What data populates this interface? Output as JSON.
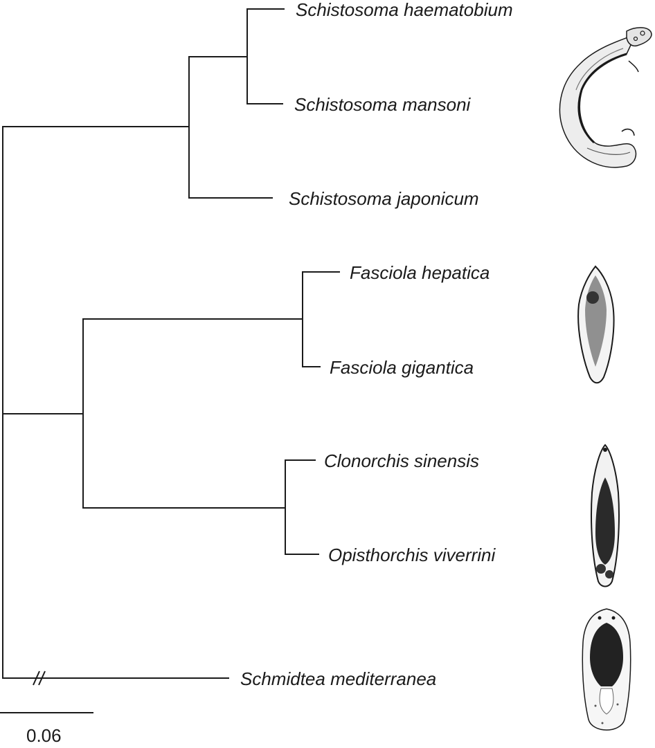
{
  "tree": {
    "taxa": [
      {
        "id": "s_haematobium",
        "label": "Schistosoma haematobium"
      },
      {
        "id": "s_mansoni",
        "label": "Schistosoma mansoni"
      },
      {
        "id": "s_japonicum",
        "label": "Schistosoma japonicum"
      },
      {
        "id": "f_hepatica",
        "label": "Fasciola hepatica"
      },
      {
        "id": "f_gigantica",
        "label": "Fasciola gigantica"
      },
      {
        "id": "c_sinensis",
        "label": "Clonorchis sinensis"
      },
      {
        "id": "o_viverrini",
        "label": "Opisthorchis viverrini"
      },
      {
        "id": "s_mediterranea",
        "label": "Schmidtea mediterranea"
      }
    ],
    "scale_bar": {
      "label": "0.06",
      "value": 0.06
    },
    "outgroup_branch_broken": true
  },
  "illustrations": [
    {
      "icon": "schistosoma-pair-illustration",
      "group": "Schistosoma"
    },
    {
      "icon": "fasciola-illustration",
      "group": "Fasciola"
    },
    {
      "icon": "opisthorchiid-illustration",
      "group": "Clonorchis / Opisthorchis"
    },
    {
      "icon": "planarian-illustration",
      "group": "Schmidtea"
    }
  ],
  "colors": {
    "line": "#1a1a1a",
    "background": "#ffffff"
  }
}
